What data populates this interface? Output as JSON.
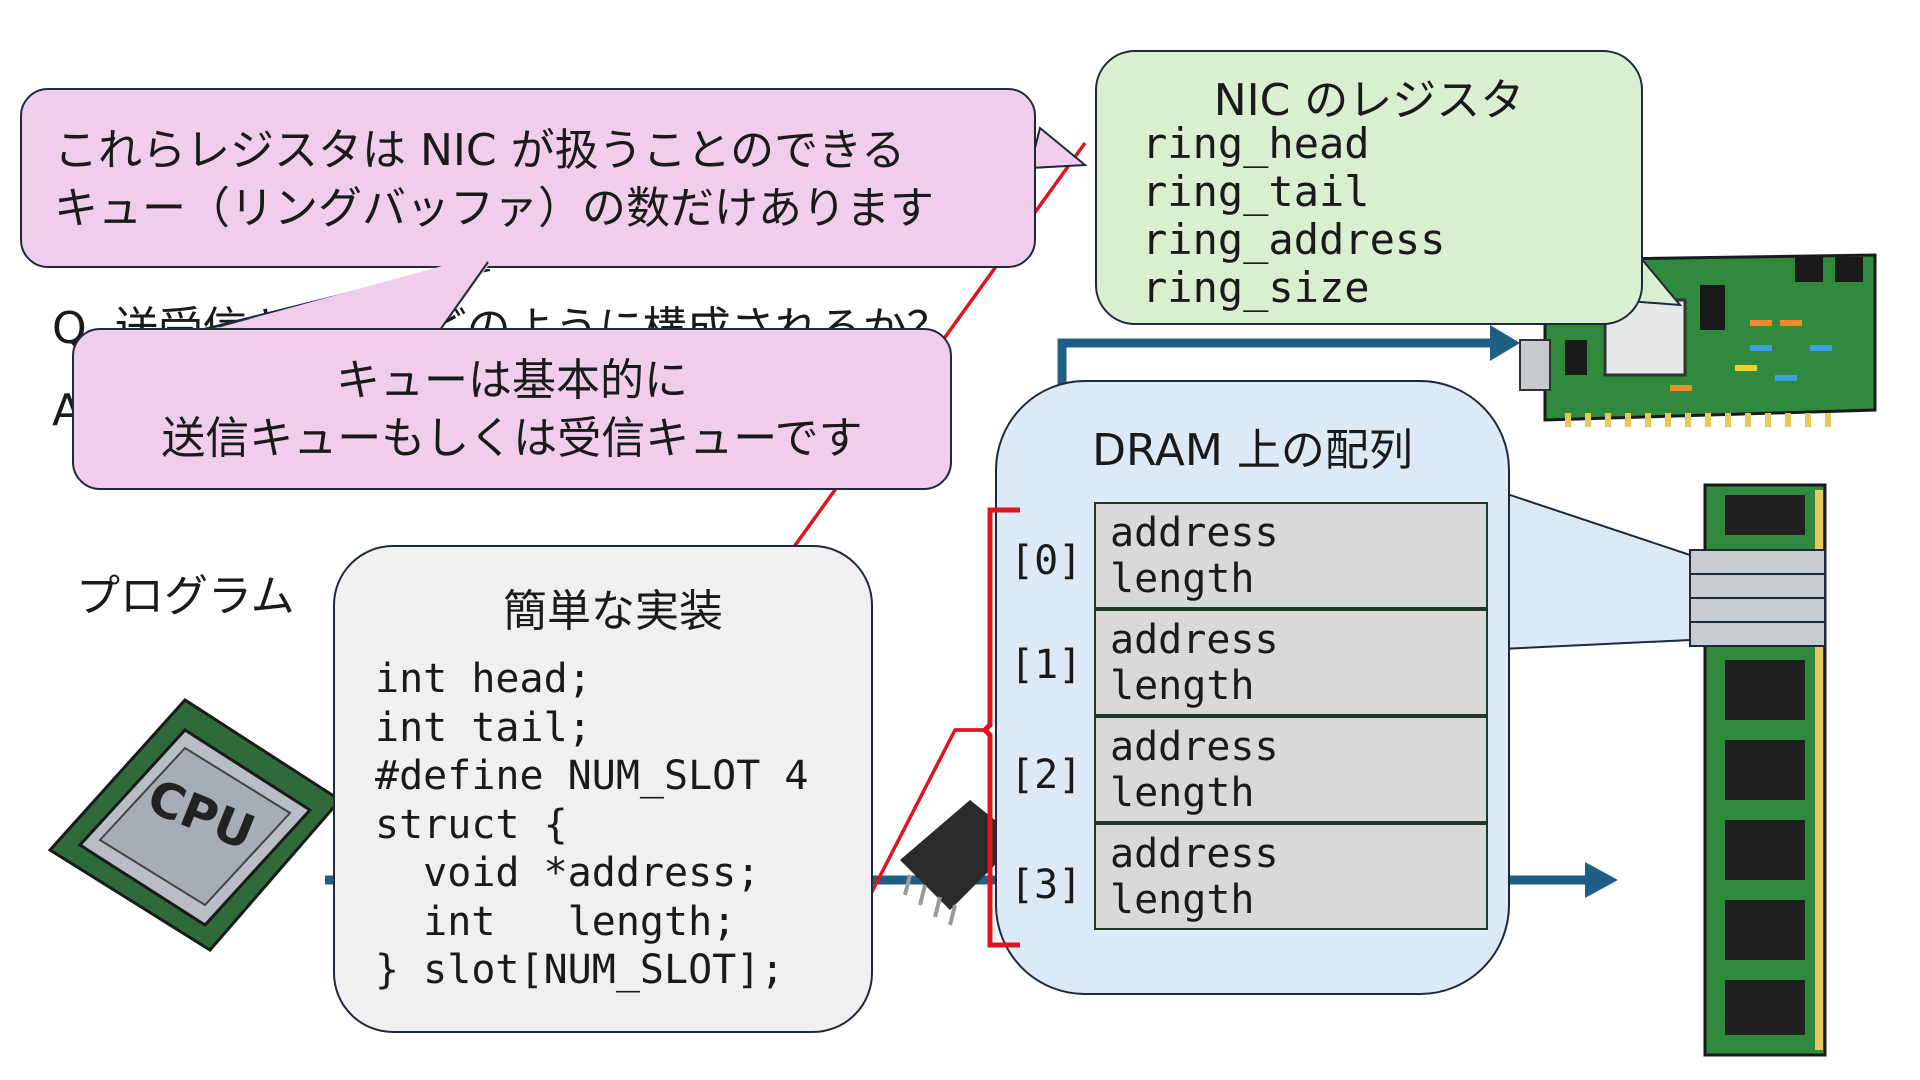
{
  "background_question": "Q. 送受信キューはどのように構成されるか？",
  "background_answer_fragment": "A",
  "program_label": "プログラム",
  "pink_bubble_top": {
    "line1": "これらレジスタは NIC が扱うことのできる",
    "line2": "キュー（リングバッファ）の数だけあります"
  },
  "pink_bubble_mid": {
    "line1": "キューは基本的に",
    "line2": "送信キューもしくは受信キューです"
  },
  "nic_registers": {
    "title": "NIC のレジスタ",
    "items": [
      "ring_head",
      "ring_tail",
      "ring_address",
      "ring_size"
    ]
  },
  "simple_impl": {
    "title": "簡単な実装",
    "code_lines": [
      "int head;",
      "int tail;",
      "#define NUM_SLOT 4",
      "struct {",
      "  void *address;",
      "  int   length;",
      "} slot[NUM_SLOT];"
    ]
  },
  "dram_array": {
    "title": "DRAM 上の配列",
    "slots": [
      {
        "index": "[0]",
        "field1": "address",
        "field2": "length"
      },
      {
        "index": "[1]",
        "field1": "address",
        "field2": "length"
      },
      {
        "index": "[2]",
        "field1": "address",
        "field2": "length"
      },
      {
        "index": "[3]",
        "field1": "address",
        "field2": "length"
      }
    ]
  },
  "cpu_label": "CPU",
  "colors": {
    "pink": "#f0cdec",
    "green": "#d8f0cf",
    "blue": "#dce9f6",
    "gray": "#f0f0f0",
    "red_line": "#e0141e",
    "arrow": "#1f5f86"
  }
}
